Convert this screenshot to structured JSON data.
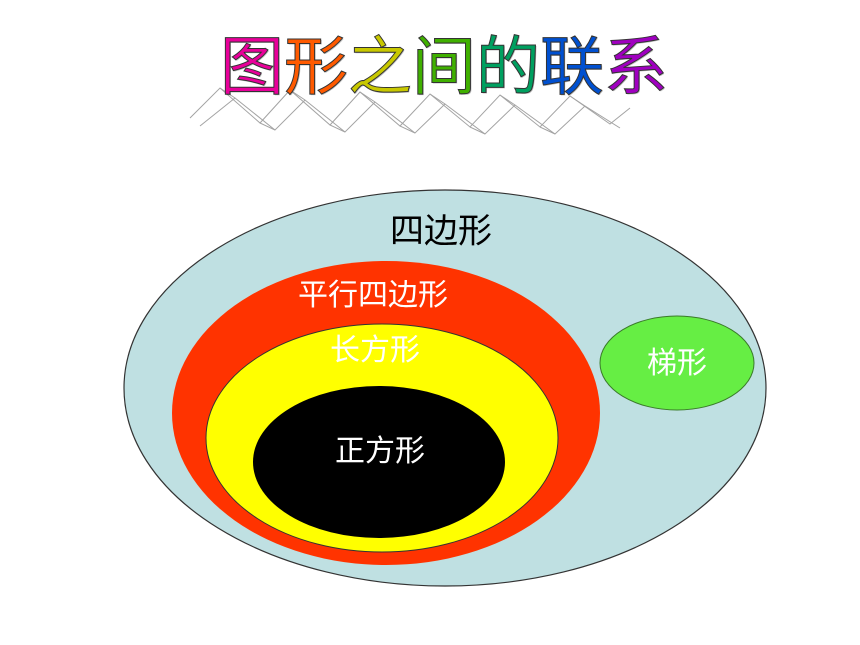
{
  "title": {
    "chars": [
      "图",
      "形",
      "之",
      "间",
      "的",
      "联",
      "系"
    ],
    "colors": [
      "#e8009a",
      "#ff5a00",
      "#c8c800",
      "#40b000",
      "#00a060",
      "#0050d0",
      "#a000c0"
    ]
  },
  "diagram": {
    "quadrilateral": {
      "label": "四边形",
      "fill": "#bfe0e2"
    },
    "parallelogram": {
      "label": "平行四边形",
      "fill": "#ff3300"
    },
    "rectangle": {
      "label": "长方形",
      "fill": "#ffff00"
    },
    "square": {
      "label": "正方形",
      "fill": "#000000"
    },
    "trapezoid": {
      "label": "梯形",
      "fill": "#66ee44"
    }
  }
}
